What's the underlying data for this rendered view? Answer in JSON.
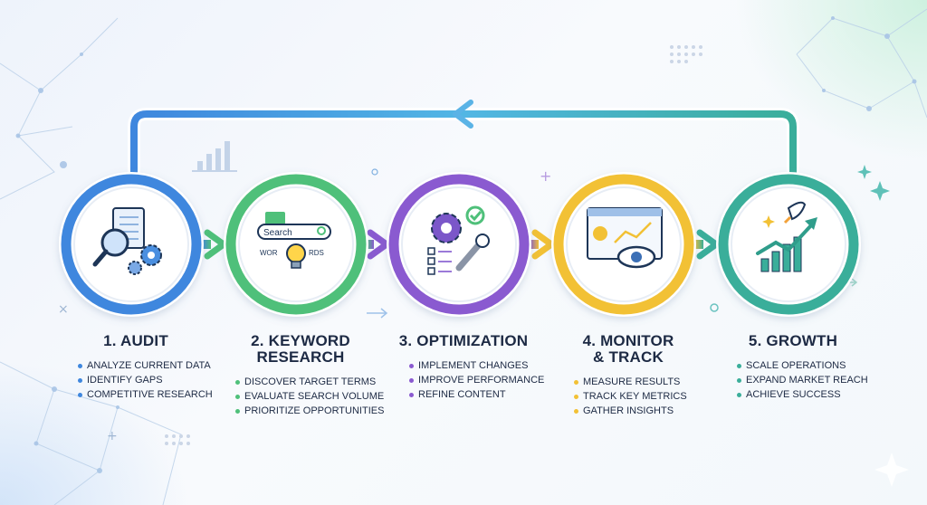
{
  "colors": {
    "audit": "#3f87de",
    "keyword": "#4fc07a",
    "optimization": "#8a5ad0",
    "monitor": "#f2c135",
    "growth": "#3aae9a",
    "loop": "#52b6e4",
    "text": "#1d2a44"
  },
  "steps": [
    {
      "title_lines": [
        "1. AUDIT"
      ],
      "icon": "magnifier-document-gears-icon",
      "bullets": [
        "ANALYZE CURRENT DATA",
        "IDENTIFY GAPS",
        "COMPETITIVE RESEARCH"
      ]
    },
    {
      "title_lines": [
        "2. KEYWORD",
        "RESEARCH"
      ],
      "icon": "search-bar-lightbulb-icon",
      "search_label": "Search",
      "word_left": "WOR",
      "word_right": "RDS",
      "bullets": [
        "DISCOVER TARGET TERMS",
        "EVALUATE SEARCH VOLUME",
        "PRIORITIZE OPPORTUNITIES"
      ]
    },
    {
      "title_lines": [
        "3. OPTIMIZATION"
      ],
      "icon": "gear-wrench-checklist-icon",
      "bullets": [
        "IMPLEMENT CHANGES",
        "IMPROVE PERFORMANCE",
        "REFINE CONTENT"
      ]
    },
    {
      "title_lines": [
        "4. MONITOR",
        "& TRACK"
      ],
      "icon": "dashboard-eye-icon",
      "bullets": [
        "MEASURE RESULTS",
        "TRACK KEY METRICS",
        "GATHER INSIGHTS"
      ]
    },
    {
      "title_lines": [
        "5. GROWTH"
      ],
      "icon": "rocket-growth-chart-icon",
      "bullets": [
        "SCALE OPERATIONS",
        "EXPAND MARKET REACH",
        "ACHIEVE SUCCESS"
      ]
    }
  ]
}
